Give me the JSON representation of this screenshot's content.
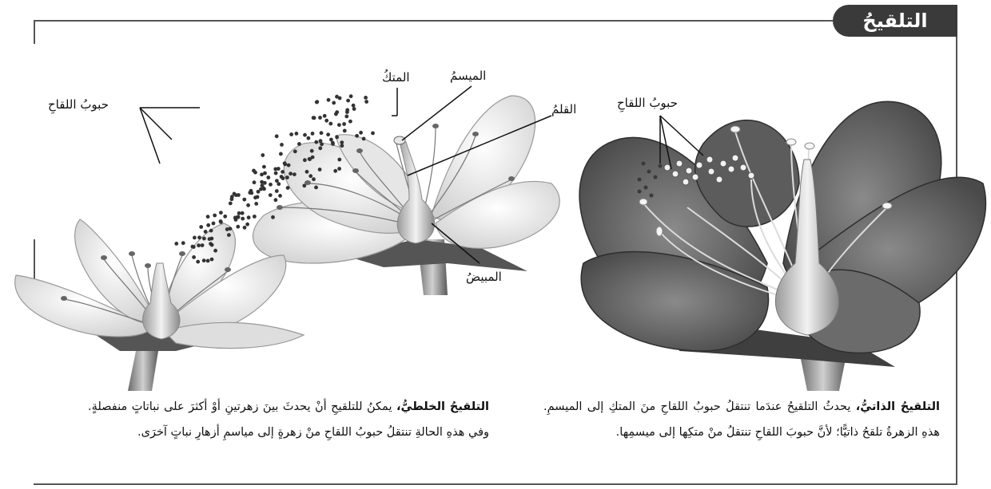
{
  "title": "التلقيحُ",
  "self_pollination": {
    "label_pollen": "حبوبُ اللقاحِ",
    "caption_bold": "التلقيحُ الذاتيُّ،",
    "caption_text": " يحدثُ التلقيحُ عندَما تنتقلُ حبوبُ اللقاحِ منَ المتكِ إلى الميسمِ. هذهِ الزهرةُ تلقحُ ذاتيًّا؛ لأنَّ حبوبَ اللقاحِ تنتقلُ منْ متكِها إلى ميسمِها."
  },
  "cross_pollination": {
    "label_pollen": "حبوبُ اللقاحِ",
    "label_anther": "المتكُ",
    "label_stigma": "الميسمُ",
    "label_style": "القلمُ",
    "label_ovary": "المبيضُ",
    "caption_bold": "التلقيحُ الخلطيُّ،",
    "caption_text": " يمكنُ للتلقيحِ أنْ يحدثَ بينَ زهرتينِ أوْ أكثرَ على نباتاتٍ منفصلةٍ. وفي هذهِ الحالةِ تنتقلُ حبوبُ اللقاحِ منْ زهرةٍ إلى مياسمِ أزهارِ نباتٍ آخرَى."
  }
}
